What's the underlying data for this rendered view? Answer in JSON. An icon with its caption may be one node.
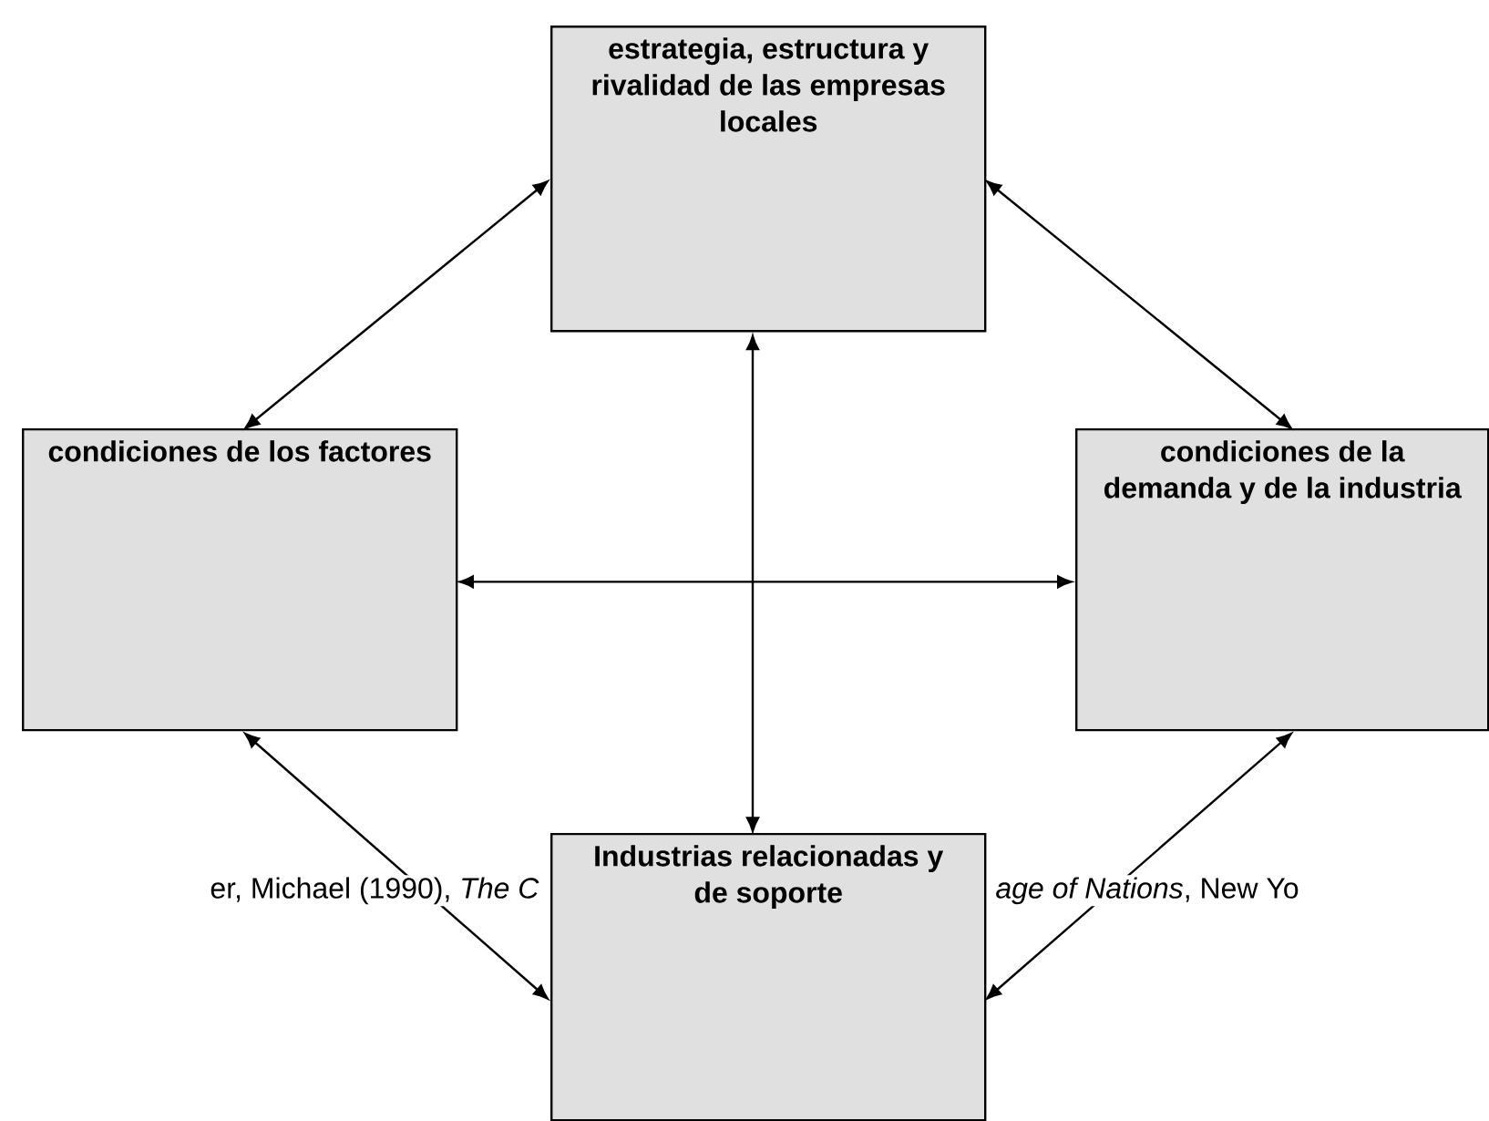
{
  "diagram": {
    "nodes": [
      {
        "text": [
          "estrategia, estructura y rivalidad de las empresas locales"
        ]
      },
      {
        "text": [
          "condiciones de los factores"
        ]
      },
      {
        "text": [
          "condiciones de la demanda y de la industria"
        ]
      },
      {
        "text": [
          "Industrias relacionadas y de soporte"
        ]
      }
    ],
    "edges": [
      {
        "from": 0,
        "to": 1,
        "arrow": "both"
      },
      {
        "from": 0,
        "to": 2,
        "arrow": "both"
      },
      {
        "from": 1,
        "to": 2,
        "arrow": "both"
      },
      {
        "from": 0,
        "to": 3,
        "arrow": "both"
      },
      {
        "from": 1,
        "to": 3,
        "arrow": "both"
      },
      {
        "from": 2,
        "to": 3,
        "arrow": "both"
      }
    ],
    "labels": [
      "er, Michael (1990), *The C*",
      "*age of Nations*, New Yo"
    ]
  }
}
